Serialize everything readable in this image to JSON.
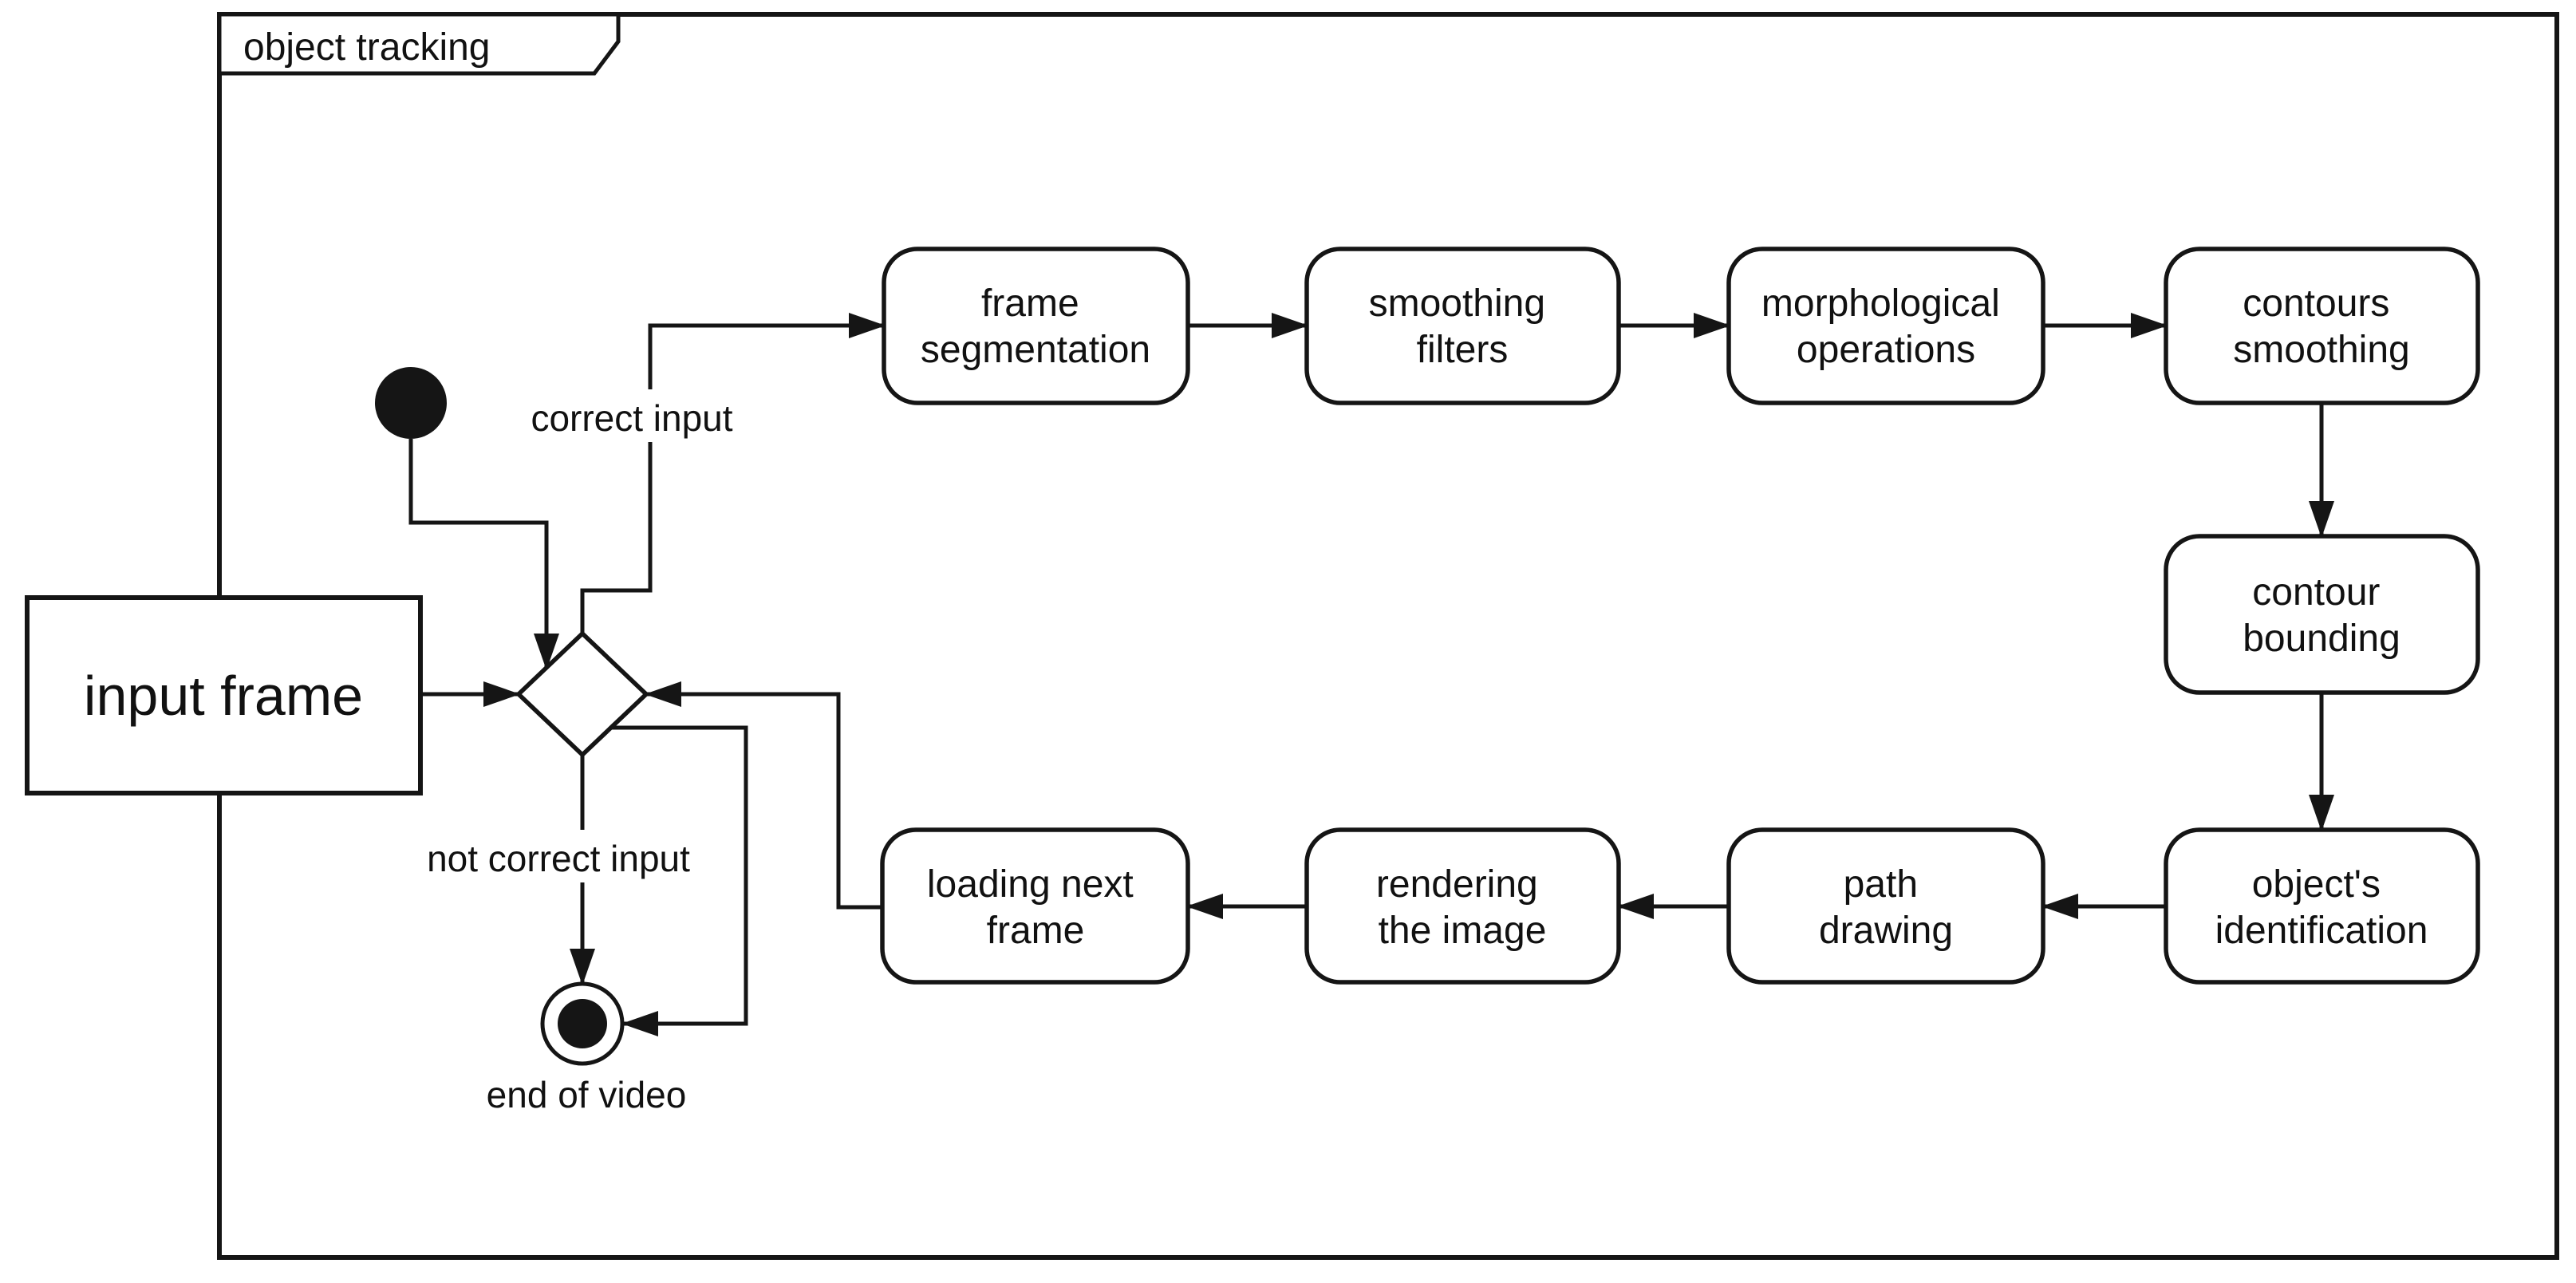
{
  "frame": {
    "title": "object tracking"
  },
  "colors": {
    "stroke": "#151515",
    "background": "#ffffff",
    "text": "#111111"
  },
  "nodes": {
    "initial": {
      "type": "initial-node"
    },
    "final": {
      "type": "final-node"
    },
    "decision": {
      "type": "decision-merge-diamond"
    },
    "input_frame": {
      "label": "input frame"
    },
    "frame_segmentation": {
      "lines": [
        "frame",
        "segmentation"
      ]
    },
    "smoothing_filters": {
      "lines": [
        "smoothing",
        "filters"
      ]
    },
    "morphological_operations": {
      "lines": [
        "morphological",
        "operations"
      ]
    },
    "contours_smoothing": {
      "lines": [
        "contours",
        "smoothing"
      ]
    },
    "contour_bounding": {
      "lines": [
        "contour",
        "bounding"
      ]
    },
    "objects_identification": {
      "lines": [
        "object's",
        "identification"
      ]
    },
    "path_drawing": {
      "lines": [
        "path",
        "drawing"
      ]
    },
    "rendering_the_image": {
      "lines": [
        "rendering",
        "the image"
      ]
    },
    "loading_next_frame": {
      "lines": [
        "loading next",
        "frame"
      ]
    }
  },
  "edge_labels": {
    "correct_input": "correct input",
    "not_correct_input": "not correct input",
    "end_of_video": "end of video"
  }
}
